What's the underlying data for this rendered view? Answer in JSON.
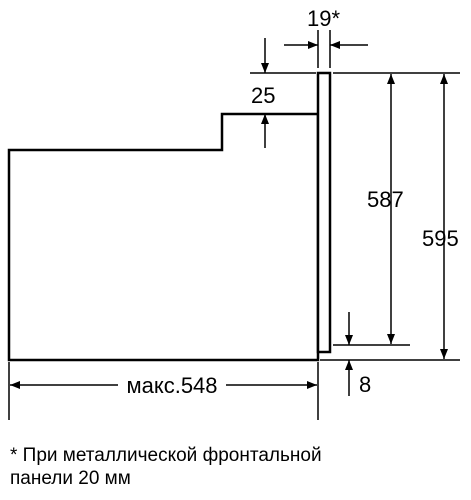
{
  "dimensions": {
    "front_panel": "19*",
    "top_step": "25",
    "inner_height": "587",
    "total_height": "595",
    "bottom_gap": "8",
    "max_depth": "макс.548"
  },
  "footnote": {
    "line1": "* При металлической фронтальной",
    "line2": "панели 20 мм"
  }
}
